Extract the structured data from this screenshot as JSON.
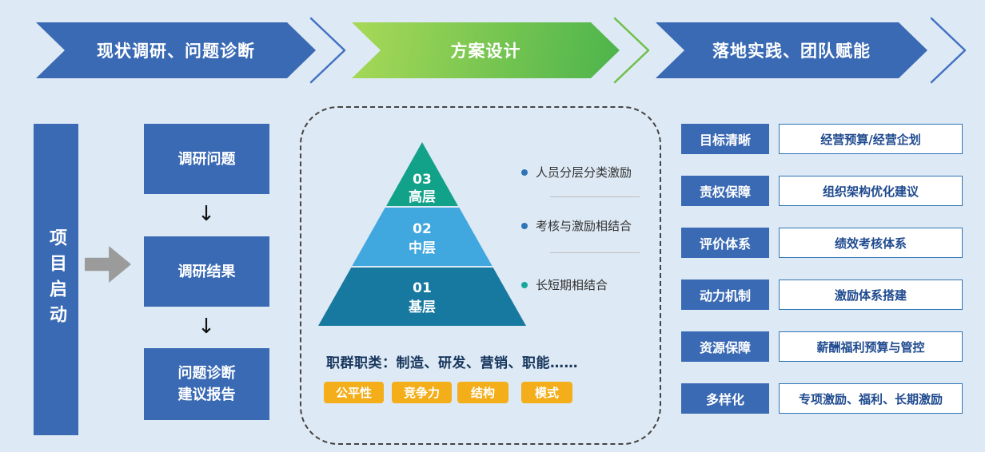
{
  "banners": [
    {
      "label": "现状调研、问题诊断"
    },
    {
      "label": "方案设计"
    },
    {
      "label": "落地实践、团队赋能"
    }
  ],
  "project": {
    "vertical_label": "项目启动",
    "steps": [
      {
        "label": "调研问题"
      },
      {
        "label": "调研结果"
      },
      {
        "label": "问题诊断\n建议报告"
      }
    ]
  },
  "icons": {
    "arrow_down": "↓"
  },
  "pyramid": {
    "levels": [
      {
        "num": "03",
        "label": "高层",
        "color": "#12a28a"
      },
      {
        "num": "02",
        "label": "中层",
        "color": "#41a7df"
      },
      {
        "num": "01",
        "label": "基层",
        "color": "#17799f"
      }
    ],
    "notes": [
      {
        "text": "人员分层分类激励",
        "dot_color": "#2e75b6"
      },
      {
        "text": "考核与激励相结合",
        "dot_color": "#2e75b6"
      },
      {
        "text": "长短期相结合",
        "dot_color": "#18a69d"
      }
    ],
    "job_categories": "职群职类：制造、研发、营销、职能……",
    "tag_color": "#f3ae19",
    "tags": [
      {
        "label": "公平性"
      },
      {
        "label": "竞争力"
      },
      {
        "label": "结构"
      },
      {
        "label": "模式"
      }
    ]
  },
  "outcomes": [
    {
      "label": "目标清晰",
      "value": "经营预算/经营企划"
    },
    {
      "label": "责权保障",
      "value": "组织架构优化建议"
    },
    {
      "label": "评价体系",
      "value": "绩效考核体系"
    },
    {
      "label": "动力机制",
      "value": "激励体系搭建"
    },
    {
      "label": "资源保障",
      "value": "薪酬福利预算与管控"
    },
    {
      "label": "多样化",
      "value": "专项激励、福利、长期激励"
    }
  ],
  "colors": {
    "primary_blue": "#3a6ab4",
    "green_start": "#a8d957",
    "green_end": "#4cb44c",
    "outline_blue": "#4472c4",
    "outline_green": "#6fbf4a",
    "background": "#dde9f4"
  }
}
